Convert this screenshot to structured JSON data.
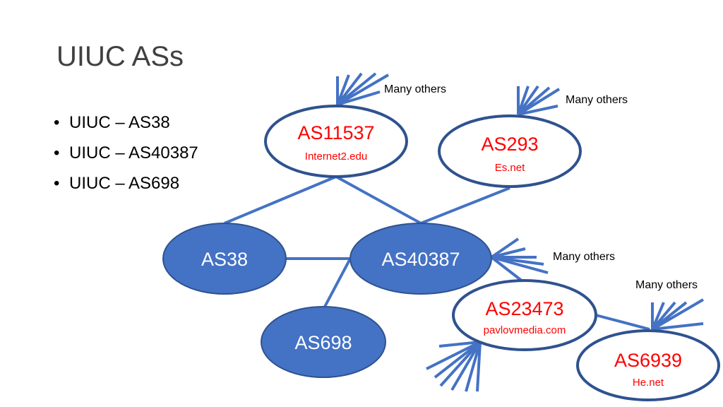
{
  "title": "UIUC ASs",
  "bullets": [
    "UIUC – AS38",
    "UIUC – AS40387",
    "UIUC – AS698"
  ],
  "colors": {
    "filled_node": "#4472c4",
    "node_border": "#2f528f",
    "edge": "#4472c4",
    "external_text": "#ff0000",
    "filled_text": "#ffffff"
  },
  "nodes": {
    "as11537": {
      "name": "AS11537",
      "domain": "Internet2.edu"
    },
    "as293": {
      "name": "AS293",
      "domain": "Es.net"
    },
    "as38": {
      "name": "AS38"
    },
    "as40387": {
      "name": "AS40387"
    },
    "as698": {
      "name": "AS698"
    },
    "as23473": {
      "name": "AS23473",
      "domain": "pavlovmedia.com"
    },
    "as6939": {
      "name": "AS6939",
      "domain": "He.net"
    }
  },
  "annotations": {
    "many_others_1": "Many others",
    "many_others_2": "Many others",
    "many_others_3": "Many others",
    "many_others_4": "Many others"
  }
}
